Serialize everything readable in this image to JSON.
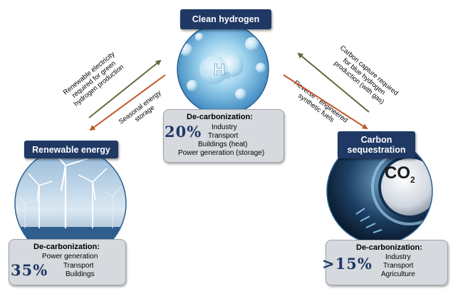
{
  "nodes": {
    "hydrogen": {
      "title": "Clean hydrogen",
      "heading": "De-carbonization:",
      "percent": "20%",
      "items": [
        "Industry",
        "Transport",
        "Buildings (heat)",
        "Power generation (storage)"
      ],
      "icon": "h2-molecule-icon"
    },
    "renewable": {
      "title": "Renewable energy",
      "heading": "De-carbonization:",
      "percent": "35%",
      "items": [
        "Power generation",
        "Transport",
        "Buildings"
      ],
      "icon": "wind-turbine-icon"
    },
    "carbon": {
      "title_lines": [
        "Carbon",
        "sequestration"
      ],
      "heading": "De-carbonization:",
      "percent": ">15%",
      "items": [
        "Industry",
        "Transport",
        "Agriculture"
      ],
      "icon": "co2-icon"
    }
  },
  "arrows": {
    "renewable_to_hydrogen": [
      "Renewable electricity",
      "required for green",
      "hydrogen production"
    ],
    "hydrogen_to_renewable": [
      "Seasonal energy",
      "storage"
    ],
    "carbon_to_hydrogen": [
      "Carbon capture required",
      "for blue hydrogen",
      "production (with gas)"
    ],
    "hydrogen_to_carbon": [
      "Reverse - engineered",
      "synthetic fuels"
    ]
  },
  "colors": {
    "title_bg": "#1f3864",
    "box_bg": "#d6d9de",
    "arrow_green": "#5a6e3c",
    "arrow_orange": "#c0572a"
  }
}
